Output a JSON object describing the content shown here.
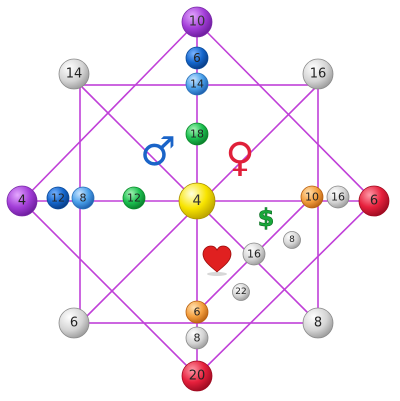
{
  "colors": {
    "line": "#c040d8",
    "purple": "#9b35cf",
    "red": "#e0203a",
    "gray": "#c8c8c8",
    "green": "#18b84a",
    "blue_light": "#4a9ee8",
    "blue_dark": "#1060c8",
    "orange": "#f0a040",
    "yellow": "#f5e000",
    "male_symbol": "#1a64c8",
    "female_symbol": "#e0203a",
    "dollar": "#18a83a",
    "heart": "#e02020"
  },
  "nodes": {
    "top": "10",
    "top_inner_1": "6",
    "top_inner_2": "14",
    "upper_middle": "18",
    "center": "4",
    "left": "4",
    "left_inner_1": "12",
    "left_inner_2": "8",
    "left_middle": "12",
    "right": "6",
    "right_inner_1": "10",
    "right_inner_2": "16",
    "bottom": "20",
    "bottom_inner_1": "6",
    "bottom_inner_2": "8",
    "corner_top_left": "14",
    "corner_top_right": "16",
    "corner_bottom_left": "6",
    "corner_bottom_right": "8",
    "diag_1": "16",
    "diag_small_1": "8",
    "diag_small_2": "22"
  },
  "symbols": {
    "male": "male-symbol-icon",
    "female": "female-symbol-icon",
    "money": "dollar-icon",
    "love": "heart-icon"
  },
  "glyphs": {
    "male": "♂",
    "female": "♀",
    "dollar": "$"
  }
}
